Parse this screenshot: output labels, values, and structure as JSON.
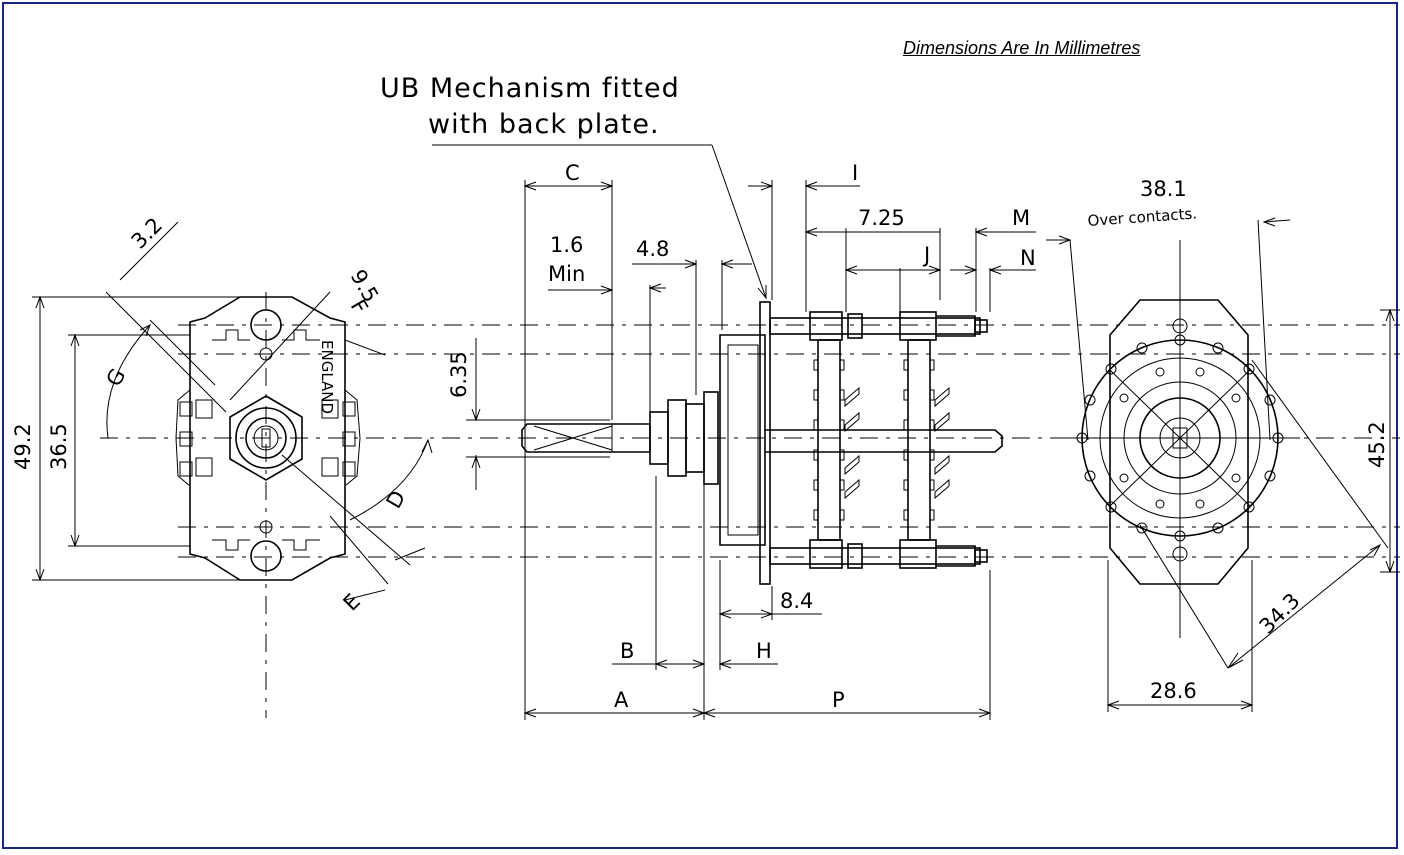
{
  "note": "Dimensions Are In Millimetres",
  "title_line1": "UB Mechanism fitted",
  "title_line2": "with back plate.",
  "labels": {
    "C": "C",
    "min_value": "1.6",
    "min_word": "Min",
    "d48": "4.8",
    "I": "I",
    "d725": "7.25",
    "J": "J",
    "M": "M",
    "N": "N",
    "d381": "38.1",
    "over_contacts": "Over contacts.",
    "d32": "3.2",
    "d95": "9.5",
    "F": "F",
    "G": "G",
    "d635": "6.35",
    "d492": "49.2",
    "d365": "36.5",
    "D": "D",
    "E": "E",
    "d84": "8.4",
    "B": "B",
    "H": "H",
    "A": "A",
    "P": "P",
    "d452": "45.2",
    "d343": "34.3",
    "d286": "28.6",
    "england": "ENGLAND"
  },
  "colors": {
    "border": "#1a237e",
    "line": "#000000",
    "background": "#ffffff"
  }
}
